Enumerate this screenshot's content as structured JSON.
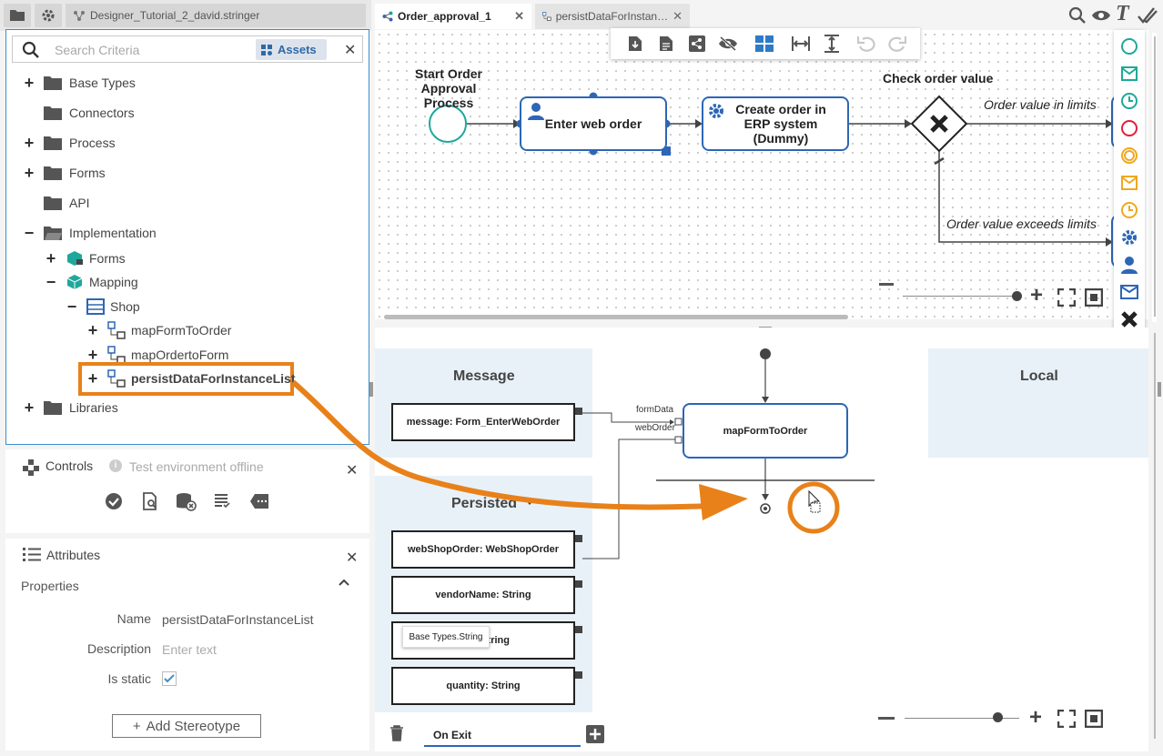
{
  "app": {
    "project_tab": "Designer_Tutorial_2_david.stringer"
  },
  "assets": {
    "search_placeholder": "Search Criteria",
    "assets_button": "Assets",
    "tree": [
      {
        "label": "Base Types"
      },
      {
        "label": "Connectors"
      },
      {
        "label": "Process"
      },
      {
        "label": "Forms"
      },
      {
        "label": "API"
      },
      {
        "label": "Implementation"
      },
      {
        "label": "Forms"
      },
      {
        "label": "Mapping"
      },
      {
        "label": "Shop"
      },
      {
        "label": "mapFormToOrder"
      },
      {
        "label": "mapOrdertoForm"
      },
      {
        "label": "persistDataForInstanceList"
      },
      {
        "label": "Libraries"
      }
    ]
  },
  "controls": {
    "title": "Controls",
    "status": "Test environment offline"
  },
  "attributes": {
    "title": "Attributes",
    "section": "Properties",
    "name_label": "Name",
    "name_value": "persistDataForInstanceList",
    "description_label": "Description",
    "description_placeholder": "Enter text",
    "static_label": "Is static",
    "is_static": true,
    "add_stereotype": "Add Stereotype"
  },
  "editor": {
    "tabs": [
      {
        "label": "Order_approval_1",
        "active": true
      },
      {
        "label": "persistDataForInstan…",
        "active": false
      }
    ]
  },
  "diagram": {
    "start_label": "Start Order Approval Process",
    "task1": "Enter web order",
    "task2": "Create order in ERP system (Dummy)",
    "gateway_label": "Check order value",
    "flow1": "Order value in limits",
    "flow2": "Order value exceeds limits"
  },
  "mapping": {
    "message_title": "Message",
    "local_title": "Local",
    "persisted_title": "Persisted",
    "message_field": "message: Form_EnterWebOrder",
    "persisted_fields": [
      "webShopOrder: WebShopOrder",
      "vendorName: String",
      "price: String",
      "quantity: String"
    ],
    "field3_visible": "tring",
    "tooltip": "Base Types.String",
    "node": "mapFormToOrder",
    "port1": "formData",
    "port2": "webOrder",
    "bottom_tab": "On Exit"
  },
  "colors": {
    "accent": "#2d66b5",
    "highlight": "#e8811a",
    "panel_border": "#3e8ecb",
    "column_bg": "#e8f1f8"
  }
}
